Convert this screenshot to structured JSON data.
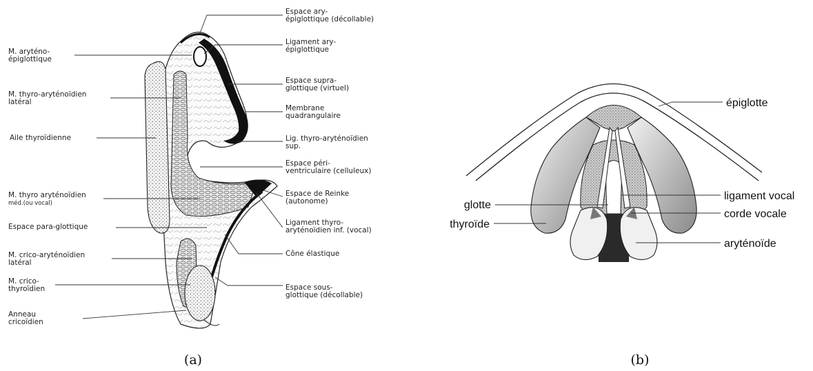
{
  "panel_a": {
    "caption": "(a)",
    "labels_left": [
      {
        "id": "m-aryteno-epiglottique",
        "lines": [
          "M. aryténo-",
          "épiglottique"
        ]
      },
      {
        "id": "m-thyro-aryt-lateral",
        "lines": [
          "M. thyro-aryténoïdien",
          "latéral"
        ]
      },
      {
        "id": "aile-thyroidienne",
        "lines": [
          "Aile thyroïdienne"
        ]
      },
      {
        "id": "m-thyro-aryt-med",
        "lines": [
          "M. thyro aryténoïdien",
          "méd.(ou vocal)"
        ]
      },
      {
        "id": "espace-para-glottique",
        "lines": [
          "Espace para-glottique"
        ]
      },
      {
        "id": "m-crico-aryt-lateral",
        "lines": [
          "M. crico-aryténoïdien",
          "latéral"
        ]
      },
      {
        "id": "m-crico-thyroidien",
        "lines": [
          "M. crico-",
          "thyroïdien"
        ]
      },
      {
        "id": "anneau-cricoidien",
        "lines": [
          "Anneau",
          "cricoïdien"
        ]
      }
    ],
    "labels_right": [
      {
        "id": "espace-ary-epiglottique",
        "lines": [
          "Espace ary-",
          "épiglottique (décollable)"
        ]
      },
      {
        "id": "ligament-ary-epiglottique",
        "lines": [
          "Ligament ary-",
          "épiglottique"
        ]
      },
      {
        "id": "espace-supra-glottique",
        "lines": [
          "Espace supra-",
          "glottique (virtuel)"
        ]
      },
      {
        "id": "membrane-quadrangulaire",
        "lines": [
          "Membrane",
          "quadrangulaire"
        ]
      },
      {
        "id": "lig-thyro-aryt-sup",
        "lines": [
          "Lig. thyro-aryténoïdien",
          "sup."
        ]
      },
      {
        "id": "espace-peri-ventriculaire",
        "lines": [
          "Espace péri-",
          "ventriculaire (celluleux)"
        ]
      },
      {
        "id": "espace-de-reinke",
        "lines": [
          "Espace de Reinke",
          "(autonome)"
        ]
      },
      {
        "id": "ligament-thyro-aryt-inf",
        "lines": [
          "Ligament thyro-",
          "aryténoïdien inf. (vocal)"
        ]
      },
      {
        "id": "cone-elastique",
        "lines": [
          "Cône élastique"
        ]
      },
      {
        "id": "espace-sous-glottique",
        "lines": [
          "Espace sous-",
          "glottique (décollable)"
        ]
      }
    ]
  },
  "panel_b": {
    "caption": "(b)",
    "labels": [
      {
        "id": "epiglotte",
        "text": "épiglotte"
      },
      {
        "id": "ligament-vocal",
        "text": "ligament vocal"
      },
      {
        "id": "glotte",
        "text": "glotte"
      },
      {
        "id": "corde-vocale",
        "text": "corde vocale"
      },
      {
        "id": "thyroide",
        "text": "thyroïde"
      },
      {
        "id": "arytenoide",
        "text": "aryténoïde"
      }
    ]
  }
}
